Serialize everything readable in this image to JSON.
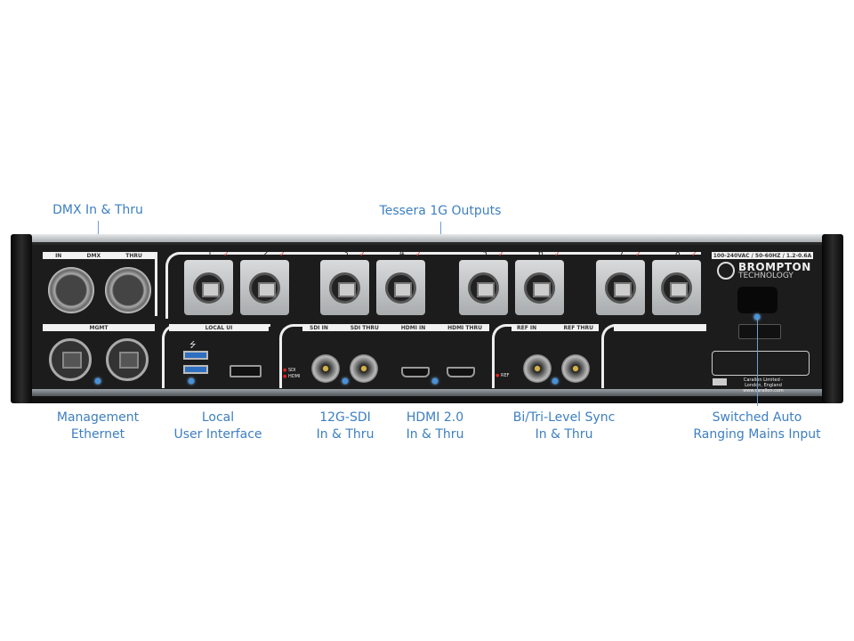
{
  "callouts": {
    "dmx": "DMX In & Thru",
    "outputs": "Tessera 1G Outputs",
    "mgmt": [
      "Management",
      "Ethernet"
    ],
    "local": [
      "Local",
      "User Interface"
    ],
    "sdi": [
      "12G-SDI",
      "In & Thru"
    ],
    "hdmi": [
      "HDMI 2.0",
      "In & Thru"
    ],
    "sync": [
      "Bi/Tri-Level Sync",
      "In & Thru"
    ],
    "mains": [
      "Switched Auto",
      "Ranging Mains Input"
    ]
  },
  "panel": {
    "dmx": {
      "in": "IN",
      "label": "DMX",
      "thru": "THRU"
    },
    "mgmt": "MGMT",
    "local_ui": "LOCAL UI",
    "sdi_in": "SDI IN",
    "sdi_thru": "SDI THRU",
    "hdmi_in": "HDMI IN",
    "hdmi_thru": "HDMI THRU",
    "ref_in": "REF IN",
    "ref_thru": "REF THRU",
    "sdi_led": "SDI",
    "hdmi_led": "HDMI",
    "ref_led": "REF",
    "power_rating": "100-240VAC / 50-60HZ / 1.2-0.6A",
    "brand": "BROMPTON",
    "brand_sub": "TECHNOLOGY",
    "maker": "Carallon Limited - London, England",
    "maker_url": "www.carallon.com",
    "outputs": [
      "1",
      "2",
      "3",
      "4",
      "5",
      "6",
      "7",
      "8"
    ]
  },
  "colors": {
    "callout": "#3d7fc1",
    "led": "#e02020"
  }
}
